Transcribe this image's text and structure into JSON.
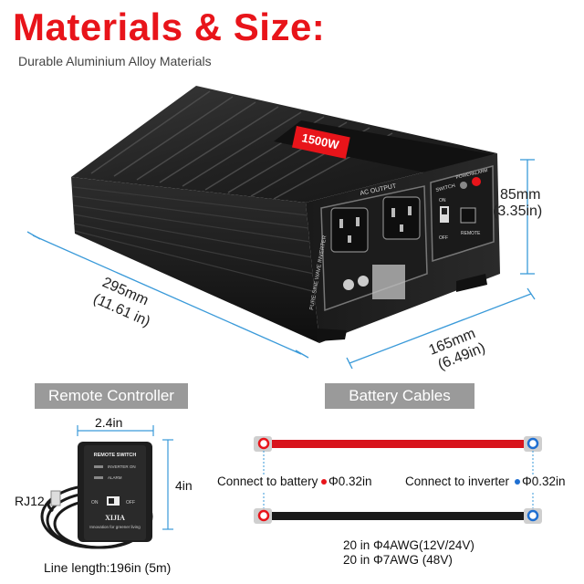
{
  "header": {
    "title": "Materials & Size:",
    "subtitle": "Durable Aluminium Alloy Materials"
  },
  "product": {
    "label_ac_output": "AC OUTPUT",
    "label_switch": "SWITCH",
    "label_power": "POWER",
    "label_alarm": "ALARM",
    "label_on": "ON",
    "label_off": "OFF",
    "label_remote": "REMOTE",
    "label_side": "PURE SINE WAVE INVERTER",
    "label_watt": "1500W"
  },
  "dimensions": {
    "height": "85mm",
    "height_in": "(3.35in)",
    "length": "295mm",
    "length_in": "(11.61 in)",
    "width": "165mm",
    "width_in": "(6.49in)"
  },
  "remote": {
    "section_label": "Remote Controller",
    "width": "2.4in",
    "height": "4in",
    "connector": "RJ12",
    "cable_length": "Line length:196in (5m)",
    "panel_title": "REMOTE SWITCH",
    "indicator_on": "INVERTER ON",
    "indicator_alarm": "ALARM",
    "switch_on": "ON",
    "switch_off": "OFF",
    "brand": "XIJIA",
    "slogan": "Innovation for greener living"
  },
  "cables": {
    "section_label": "Battery Cables",
    "battery_side": "Connect to battery",
    "battery_dot": "Φ0.32in",
    "inverter_side": "Connect to inverter",
    "inverter_dot": "Φ0.32in",
    "spec_1": "20 in Φ4AWG(12V/24V)",
    "spec_2": "20 in Φ7AWG (48V)"
  },
  "colors": {
    "title_red": "#e8141a",
    "dimension_line": "#3a9ad9",
    "pill_gray": "#9a9a9a",
    "cable_red": "#d8141c",
    "cable_black": "#1a1a1a",
    "dot_red": "#e8141a",
    "dot_blue": "#1f6fd1"
  }
}
